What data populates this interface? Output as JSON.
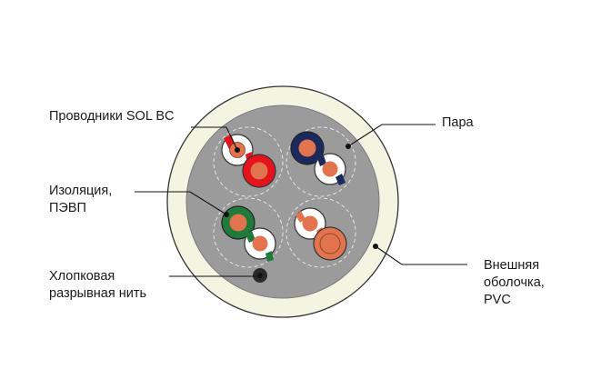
{
  "labels": {
    "conductors": "Проводники SOL BC",
    "insulation": "Изоляция,\nПЭВП",
    "ripcord": "Хлопковая\nразрывная нить",
    "pair": "Пара",
    "jacket": "Внешняя\nоболочка,\nPVC"
  },
  "colors": {
    "jacket": "#f4f4e2",
    "jacket_edge": "#333333",
    "core": "#9b9b9b",
    "conductor": "#e2734f",
    "pair1": "#e5141c",
    "pair2": "#1b2a5c",
    "pair3": "#1f7a3c",
    "pair4": "#e2734f",
    "ripcord": "#2a2a2a",
    "leader": "#111111"
  },
  "pairs": [
    {
      "name": "red",
      "solid": "red",
      "striped": "red-white"
    },
    {
      "name": "blue",
      "solid": "blue",
      "striped": "blue-white"
    },
    {
      "name": "green",
      "solid": "green",
      "striped": "green-white"
    },
    {
      "name": "orange",
      "solid": "orange",
      "striped": "orange-white"
    }
  ]
}
